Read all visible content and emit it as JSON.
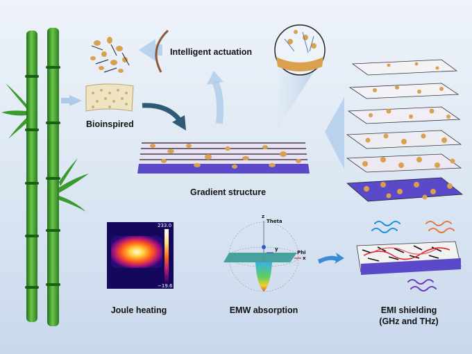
{
  "labels": {
    "intelligent_actuation": "Intelligent actuation",
    "bioinspired": "Bioinspired",
    "gradient_structure": "Gradient structure",
    "joule_heating": "Joule heating",
    "emw_absorption": "EMW absorption",
    "emi_shielding_line1": "EMI shielding",
    "emi_shielding_line2": "(GHz and THz)"
  },
  "heatmap_scale": {
    "max": "233.0",
    "min": "−19.6"
  },
  "radiation_axes": {
    "z": "z",
    "theta": "Theta",
    "y": "y",
    "phi": "Phi",
    "x": "x"
  },
  "colors": {
    "bamboo": "#3f9a2a",
    "arrow_blue": "#9fc3e6",
    "arrow_dark": "#2f5a74",
    "particle": "#d9a050",
    "substrate": "#5a49c8"
  }
}
